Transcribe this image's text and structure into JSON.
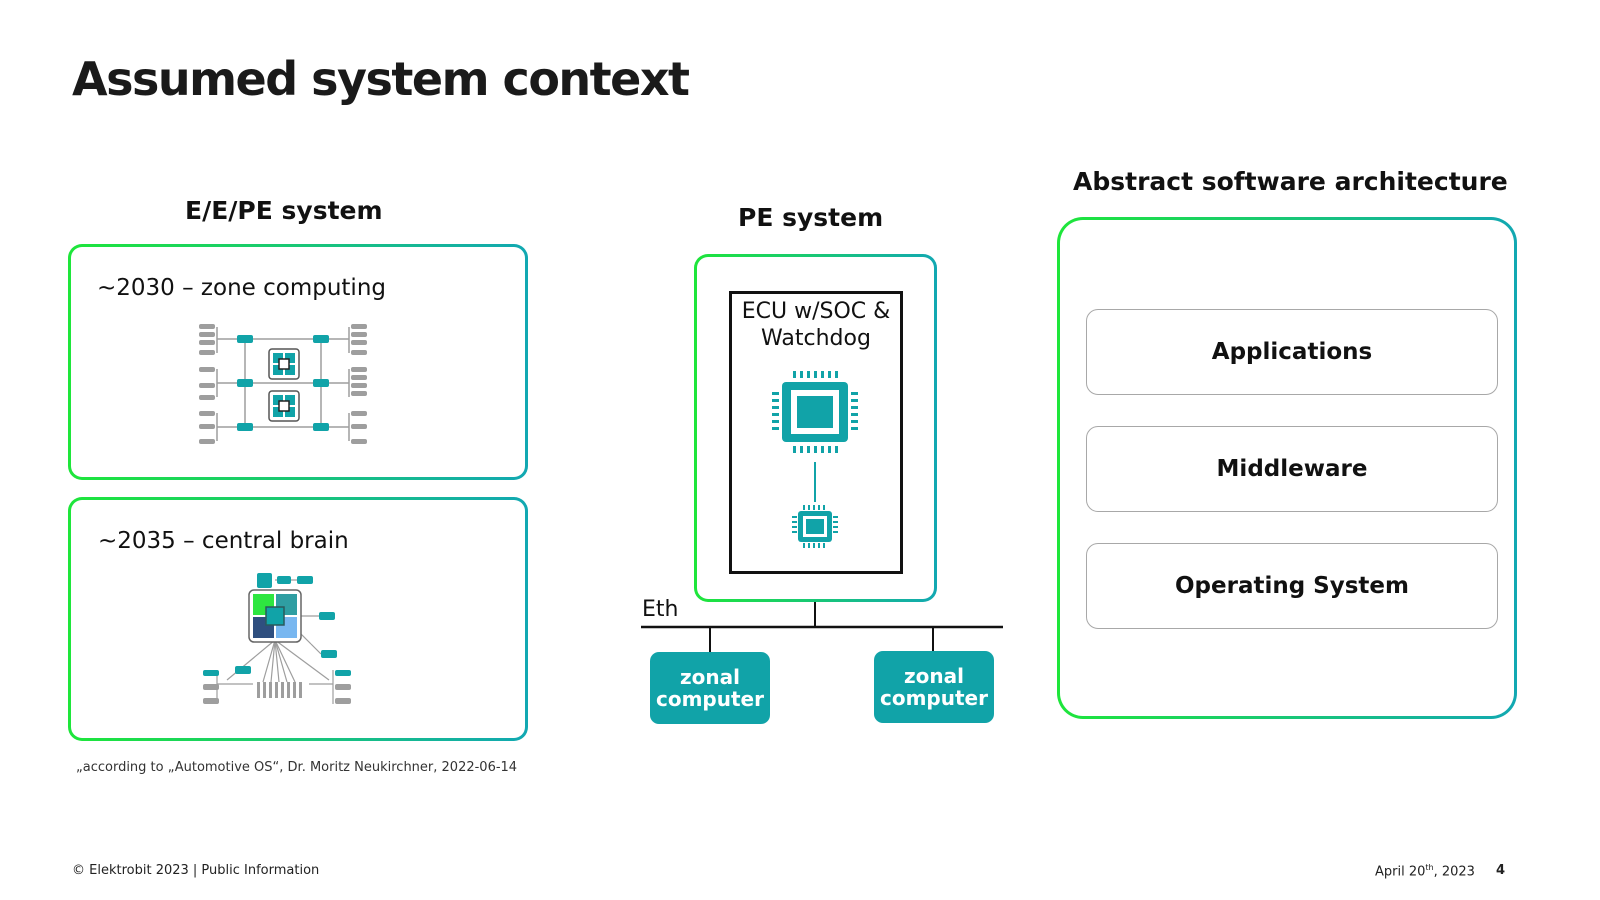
{
  "page": {
    "title": "Assumed system context"
  },
  "left": {
    "heading": "E/E/PE system",
    "zone_panel_label": "~2030 – zone computing",
    "brain_panel_label": "~2035 – central brain",
    "footnote": "„according to „Automotive OS“, Dr. Moritz Neukirchner, 2022-06-14"
  },
  "middle": {
    "heading": "PE system",
    "ecu_label": "ECU w/SOC &\nWatchdog",
    "eth_label": "Eth",
    "zonal_left": "zonal\ncomputer",
    "zonal_right": "zonal\ncomputer"
  },
  "right": {
    "heading": "Abstract software architecture",
    "layers": [
      "Applications",
      "Middleware",
      "Operating System"
    ]
  },
  "footer": {
    "copyright": "© Elektrobit 2023 | Public Information",
    "date_main": "April 20",
    "date_sup": "th",
    "date_year": ", 2023",
    "page_number": "4"
  },
  "colors": {
    "teal": "#11a3a8",
    "green": "#1ee63a",
    "gray_connector": "#9e9e9e"
  },
  "icons": {
    "zone_diagram": "zone-computing-icon",
    "brain_diagram": "central-brain-icon",
    "soc_chip": "soc-chip-icon",
    "watchdog_chip": "watchdog-chip-icon"
  }
}
